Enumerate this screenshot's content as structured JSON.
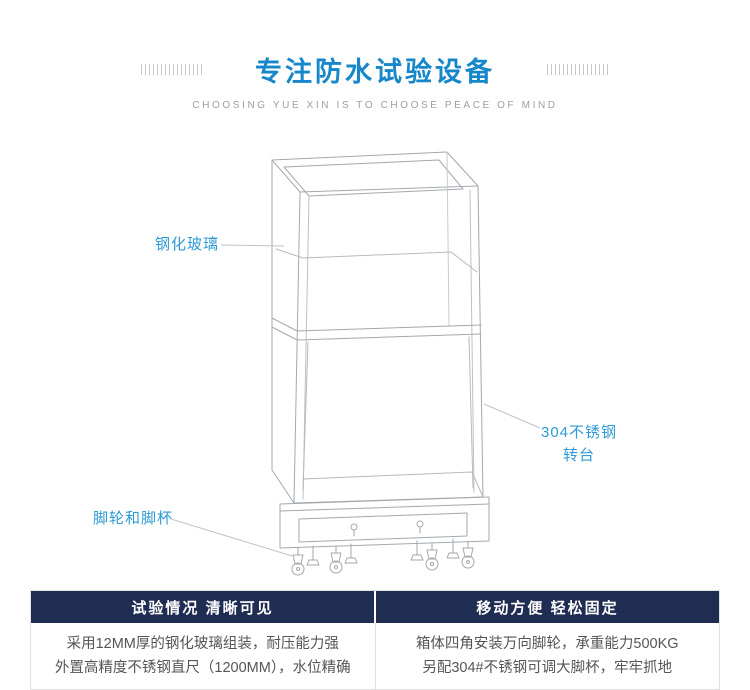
{
  "header": {
    "title": "专注防水试验设备",
    "subtitle": "CHOOSING YUE XIN IS TO CHOOSE PEACE OF MIND"
  },
  "diagram": {
    "labels": {
      "glass": "钢化玻璃",
      "steel_line1": "304不锈钢",
      "steel_line2": "转台",
      "casters": "脚轮和脚杯"
    }
  },
  "table": {
    "columns": [
      {
        "header": "试验情况 清晰可见",
        "line1": "采用12MM厚的钢化玻璃组装，耐压能力强",
        "line2": "外置高精度不锈钢直尺（1200MM），水位精确"
      },
      {
        "header": "移动方便 轻松固定",
        "line1": "箱体四角安装万向脚轮，承重能力500KG",
        "line2": "另配304#不锈钢可调大脚杯，牢牢抓地"
      }
    ]
  },
  "colors": {
    "title_blue": "#1687c9",
    "callout_blue": "#2d9bd5",
    "table_header_bg": "#1f2d52",
    "body_text": "#555555",
    "line_gray": "#a3a9af"
  }
}
